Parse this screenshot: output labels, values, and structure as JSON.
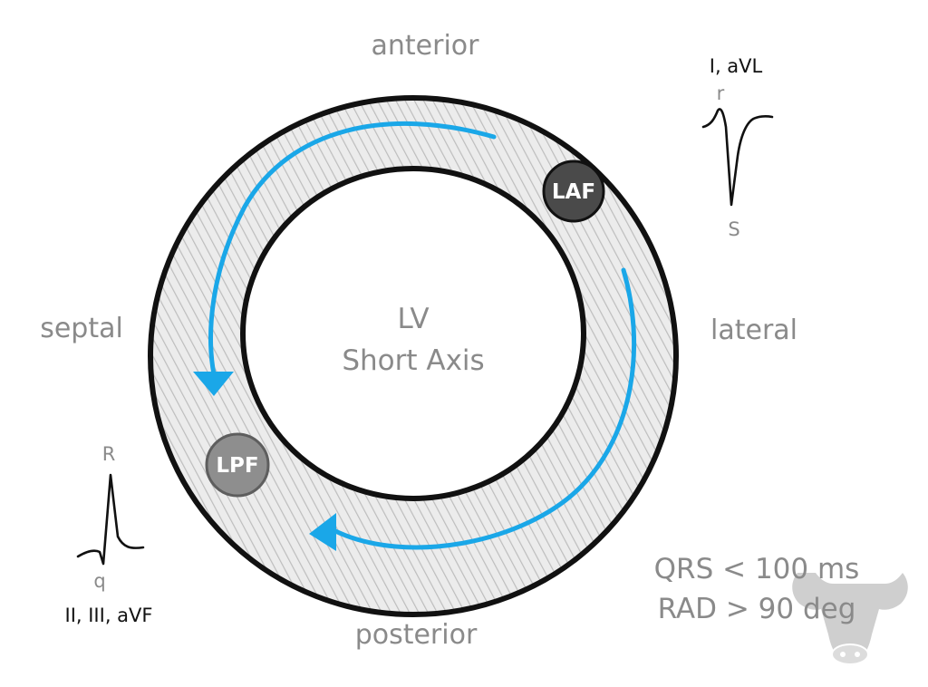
{
  "orientation": {
    "anterior": "anterior",
    "septal": "septal",
    "lateral": "lateral",
    "posterior": "posterior"
  },
  "center": {
    "line1": "LV",
    "line2": "Short Axis"
  },
  "fascicles": {
    "laf": "LAF",
    "lpf": "LPF"
  },
  "leads": {
    "lateral_leads": "I, aVL",
    "lateral_small_wave": "r",
    "lateral_big_wave": "S",
    "inferior_leads": "II, III, aVF",
    "inferior_big_wave": "R",
    "inferior_small_wave": "q"
  },
  "criteria": {
    "line1": "QRS < 100 ms",
    "line2": "RAD > 90 deg"
  },
  "colors": {
    "arrow": "#1aa7e8",
    "wall_fill": "#dddddd",
    "hatch": "#bcbcbc",
    "laf_fill": "#4a4a4a",
    "lpf_fill": "#8e8e8e",
    "label_gray": "#8a8a8a",
    "logo_gray": "#cfcfcf"
  },
  "icons": {
    "logo": "bull-head-icon"
  }
}
